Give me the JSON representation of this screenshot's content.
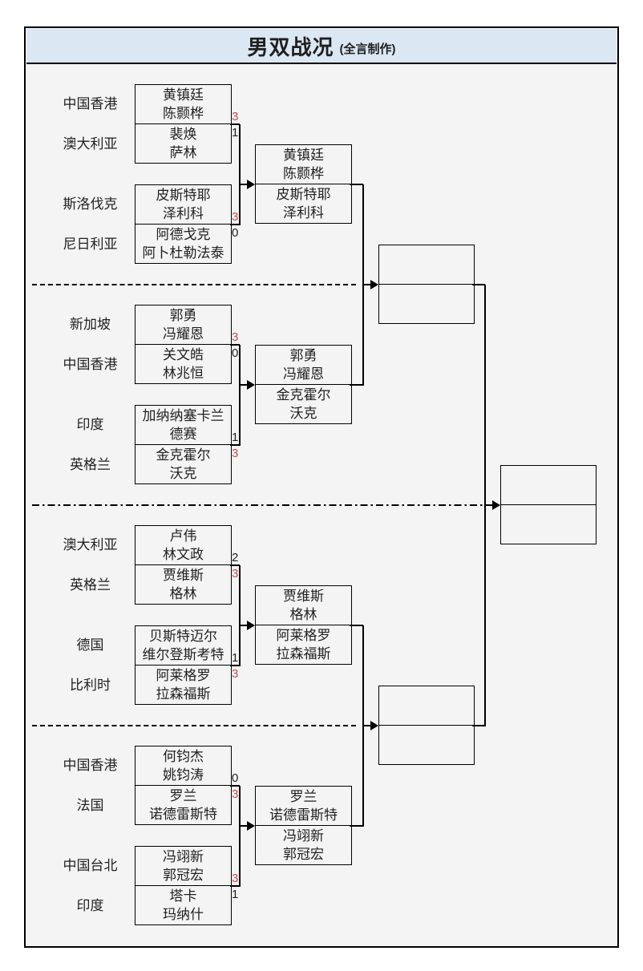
{
  "title": {
    "main": "男双战况",
    "credit": "(全言制作)"
  },
  "colors": {
    "title_bg": "#dbe7f3",
    "panel_bg": "#f4f4f4",
    "line": "#000000",
    "win_score": "#d0484f",
    "text": "#1f1f1f"
  },
  "round1": [
    {
      "country": "中国香港",
      "p1": "黄镇廷",
      "p2": "陈颢桦",
      "score": "3",
      "win": true
    },
    {
      "country": "澳大利亚",
      "p1": "裴焕",
      "p2": "萨林",
      "score": "1",
      "win": false
    },
    {
      "country": "斯洛伐克",
      "p1": "皮斯特耶",
      "p2": "泽利科",
      "score": "3",
      "win": true
    },
    {
      "country": "尼日利亚",
      "p1": "阿德戈克",
      "p2": "阿卜杜勒法泰",
      "score": "0",
      "win": false
    },
    {
      "country": "新加坡",
      "p1": "郭勇",
      "p2": "冯耀恩",
      "score": "3",
      "win": true
    },
    {
      "country": "中国香港",
      "p1": "关文皓",
      "p2": "林兆恒",
      "score": "0",
      "win": false
    },
    {
      "country": "印度",
      "p1": "加纳纳塞卡兰",
      "p2": "德赛",
      "score": "1",
      "win": false
    },
    {
      "country": "英格兰",
      "p1": "金克霍尔",
      "p2": "沃克",
      "score": "3",
      "win": true
    },
    {
      "country": "澳大利亚",
      "p1": "卢伟",
      "p2": "林文政",
      "score": "2",
      "win": false
    },
    {
      "country": "英格兰",
      "p1": "贾维斯",
      "p2": "格林",
      "score": "3",
      "win": true
    },
    {
      "country": "德国",
      "p1": "贝斯特迈尔",
      "p2": "维尔登斯考特",
      "score": "1",
      "win": false
    },
    {
      "country": "比利时",
      "p1": "阿莱格罗",
      "p2": "拉森福斯",
      "score": "3",
      "win": true
    },
    {
      "country": "中国香港",
      "p1": "何钧杰",
      "p2": "姚钧涛",
      "score": "0",
      "win": false
    },
    {
      "country": "法国",
      "p1": "罗兰",
      "p2": "诺德雷斯特",
      "score": "3",
      "win": true
    },
    {
      "country": "中国台北",
      "p1": "冯翊新",
      "p2": "郭冠宏",
      "score": "3",
      "win": true
    },
    {
      "country": "印度",
      "p1": "塔卡",
      "p2": "玛纳什",
      "score": "1",
      "win": false
    }
  ],
  "round2": [
    {
      "top": {
        "p1": "黄镇廷",
        "p2": "陈颢桦"
      },
      "bottom": {
        "p1": "皮斯特耶",
        "p2": "泽利科"
      }
    },
    {
      "top": {
        "p1": "郭勇",
        "p2": "冯耀恩"
      },
      "bottom": {
        "p1": "金克霍尔",
        "p2": "沃克"
      }
    },
    {
      "top": {
        "p1": "贾维斯",
        "p2": "格林"
      },
      "bottom": {
        "p1": "阿莱格罗",
        "p2": "拉森福斯"
      }
    },
    {
      "top": {
        "p1": "罗兰",
        "p2": "诺德雷斯特"
      },
      "bottom": {
        "p1": "冯翊新",
        "p2": "郭冠宏"
      }
    }
  ]
}
